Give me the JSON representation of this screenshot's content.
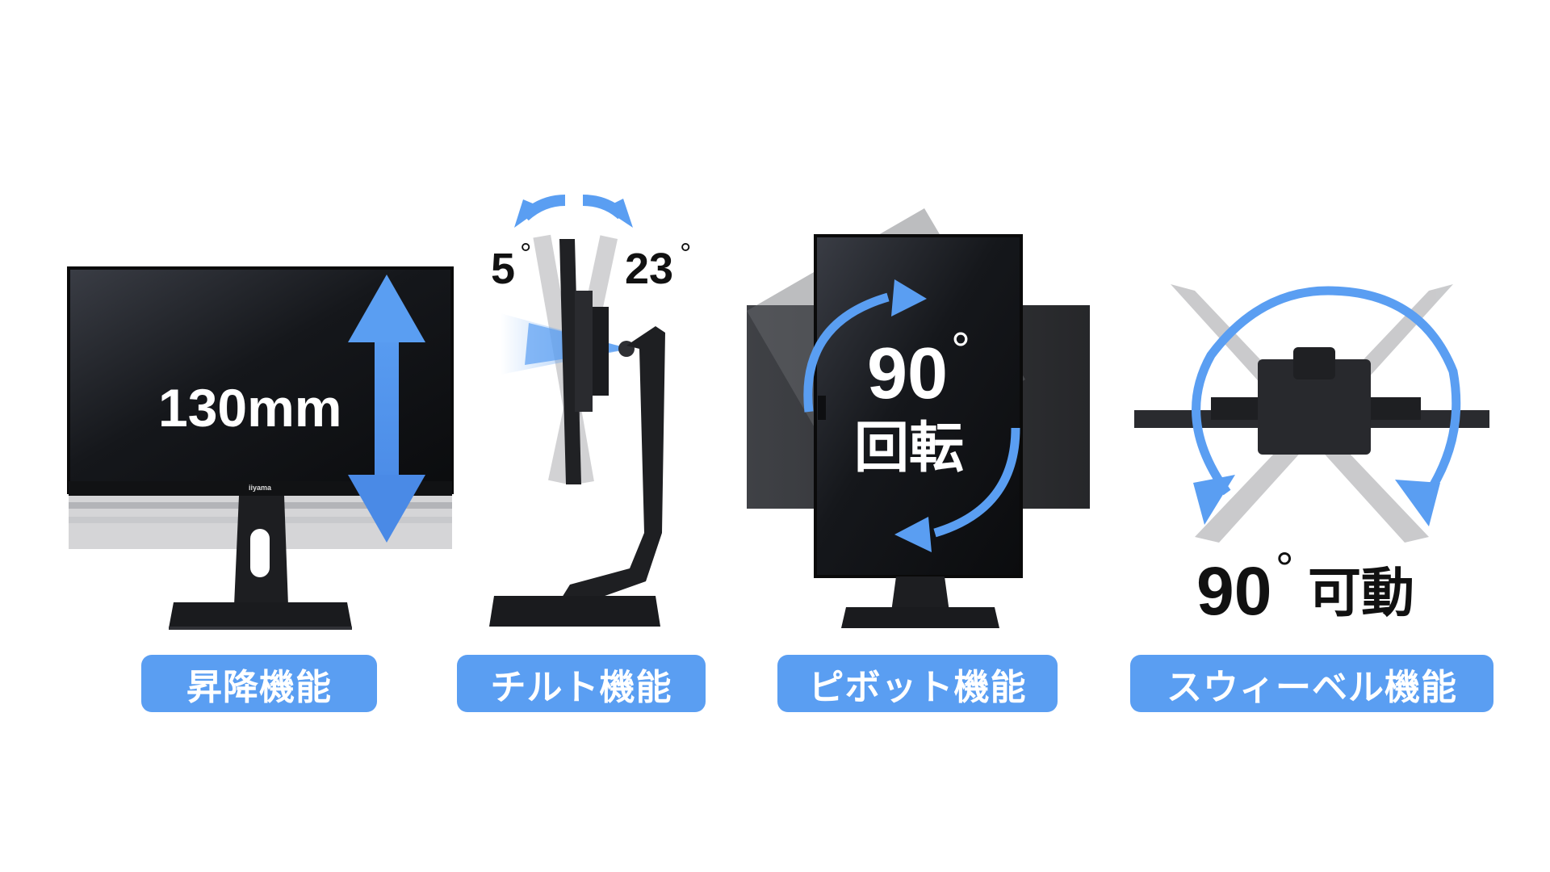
{
  "features": [
    {
      "label": "昇降機能",
      "value_text": "130mm"
    },
    {
      "label": "チルト機能",
      "left_angle": "5",
      "right_angle": "23"
    },
    {
      "label": "ピボット機能",
      "value_text": "90",
      "caption": "回転"
    },
    {
      "label": "スウィーベル機能",
      "value_text": "90",
      "caption": "可動"
    }
  ],
  "degree_symbol": "°",
  "brand_logo": "iiyama",
  "colors": {
    "accent": "#5a9ef2",
    "arrow": "#5596ec",
    "monitor": "#1f2023",
    "text_dark": "#111111",
    "background": "#ffffff"
  }
}
